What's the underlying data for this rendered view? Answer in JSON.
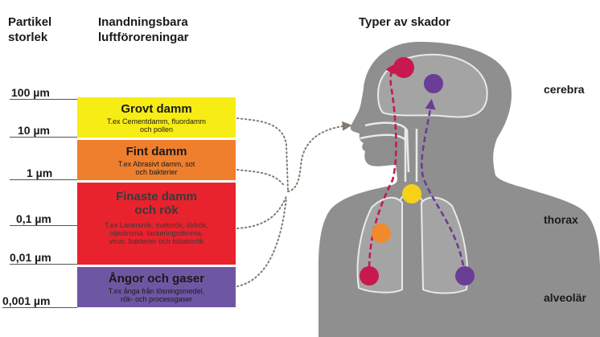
{
  "headers": {
    "particle_size": [
      "Partikel",
      "storlek"
    ],
    "pollutants": [
      "Inandningsbara",
      "luftföroreningar"
    ],
    "damage_types": "Typer av skador"
  },
  "sizes": [
    "100 µm",
    "10 µm",
    "1 µm",
    "0,1 µm",
    "0,01 µm",
    "0,001 µm"
  ],
  "bands": [
    {
      "title": "Grovt damm",
      "desc": "T.ex Cementdamm, fluordamm\noch pollen",
      "color": "#f7ec13",
      "text_color": "#1a1a1a"
    },
    {
      "title": "Fint damm",
      "desc": "T.ex Abrasivt damm, sot\noch bakterier",
      "color": "#f07f2d",
      "text_color": "#1a1a1a"
    },
    {
      "title": "Finaste damm\noch rök",
      "desc": "T.ex Lasersrök, svetsrök, lödrök,\noljedimma, lackeringsdimma,\nvirus, bakterier och tobaksrök",
      "color": "#e8232e",
      "text_color": "#3a3a3a"
    },
    {
      "title": "Ångor och gaser",
      "desc": "T.ex ånga från lösningsmedel,\nrök- och processgaser",
      "color": "#6e57a2",
      "text_color": "#1a1a1a"
    }
  ],
  "regions": [
    "cerebra",
    "thorax",
    "alveolär"
  ],
  "colors": {
    "crimson": "#c8194f",
    "purple": "#6a3d96",
    "yellow": "#f7d117",
    "orange": "#f08a2d",
    "silhouette": "#8f8f8f",
    "arrow": "#807a70"
  }
}
